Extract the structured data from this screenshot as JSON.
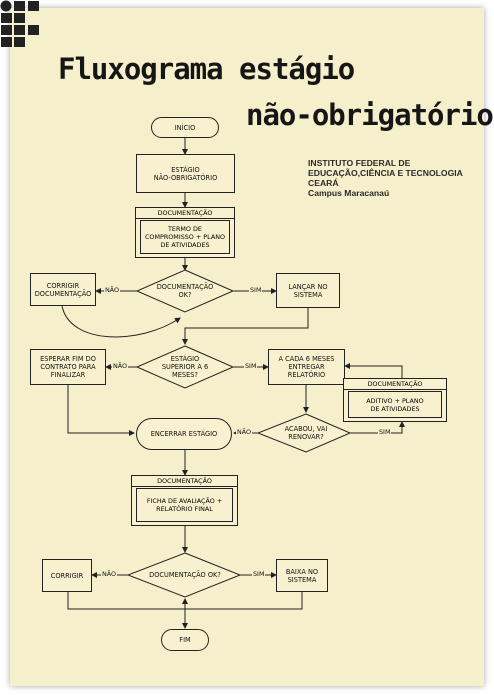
{
  "title": {
    "line1": "Fluxograma estágio",
    "line2": "não-obrigatório"
  },
  "logo": {
    "line1": "INSTITUTO FEDERAL DE",
    "line2": "EDUCAÇÃO,CIÊNCIA E TECNOLOGIA",
    "line3": "CEARÁ",
    "line4": "Campus Maracanaú"
  },
  "nodes": {
    "inicio": "INÍCIO",
    "estagio": "ESTÁGIO\nNÃO-OBRIGATÓRIO",
    "doc1_header": "DOCUMENTAÇÃO",
    "doc1_body": "TERMO DE\nCOMPROMISSO + PLANO\nDE ATIVIDADES",
    "decision1": "DOCUMENTAÇÃO\nOK?",
    "corrigir_doc": "CORRIGIR\nDOCUMENTAÇÃO",
    "lancar": "LANÇAR NO\nSISTEMA",
    "decision2": "ESTÁGIO\nSUPERIOR A 6\nMESES?",
    "esperar": "ESPERAR FIM DO\nCONTRATO PARA\nFINALIZAR",
    "a_cada": "A CADA 6 MESES\nENTREGAR\nRELATÓRIO",
    "doc2_header": "DOCUMENTAÇÃO",
    "doc2_body": "ADITIVO + PLANO\nDE ATIVIDADES",
    "decision3": "ACABOU, VAI\nRENOVAR?",
    "encerrar": "ENCERRAR ESTÁGIO",
    "doc3_header": "DOCUMENTAÇÃO",
    "doc3_body": "FICHA DE AVALIAÇÃO +\nRELATÓRIO FINAL",
    "decision4": "DOCUMENTAÇÃO OK?",
    "corrigir": "CORRIGIR",
    "baixa": "BAIXA NO\nSISTEMA",
    "fim": "FIM"
  },
  "edges": {
    "nao": "NÃO",
    "sim": "SIM"
  }
}
